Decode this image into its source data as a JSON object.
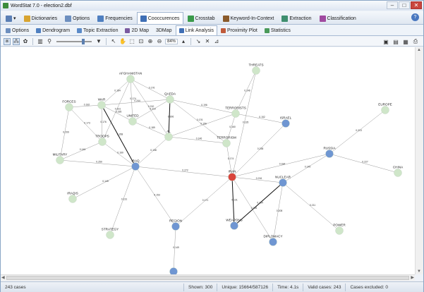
{
  "window": {
    "title": "WordStat 7.0 - election2.dbf"
  },
  "main_tabs": [
    {
      "label": "Dictionaries",
      "color": "#d8a431"
    },
    {
      "label": "Options",
      "color": "#6d8fbf"
    },
    {
      "label": "Frequencies",
      "color": "#4f7fc0"
    },
    {
      "label": "Cooccurences",
      "color": "#3f6fb5"
    },
    {
      "label": "Crosstab",
      "color": "#3a9a4a"
    },
    {
      "label": "Keyword-In-Context",
      "color": "#8a5a2a"
    },
    {
      "label": "Extraction",
      "color": "#3f8f6f"
    },
    {
      "label": "Classification",
      "color": "#a04aa0"
    }
  ],
  "sub_tabs": [
    {
      "label": "Options"
    },
    {
      "label": "Dendrogram"
    },
    {
      "label": "Topic Extraction"
    },
    {
      "label": "2D Map"
    },
    {
      "label": "3DMap"
    },
    {
      "label": "Link Analysis"
    },
    {
      "label": "Proximity Plot"
    },
    {
      "label": "Statistics"
    }
  ],
  "toolbar": {
    "zoom": "84%"
  },
  "graph": {
    "nodes": [
      {
        "id": "AFGHANISTAN",
        "color": "green"
      },
      {
        "id": "THREATS",
        "color": "green"
      },
      {
        "id": "FORCES",
        "color": "green"
      },
      {
        "id": "WAR",
        "color": "green"
      },
      {
        "id": "QAEDA",
        "color": "green"
      },
      {
        "id": "TERRORISTS",
        "color": "green"
      },
      {
        "id": "EUROPE",
        "color": "green"
      },
      {
        "id": "UNITED",
        "color": "green"
      },
      {
        "id": "ISRAEL",
        "color": "blue"
      },
      {
        "id": "AL",
        "color": "green"
      },
      {
        "id": "TROOPS",
        "color": "green"
      },
      {
        "id": "TERRORISM",
        "color": "green"
      },
      {
        "id": "MILITARY",
        "color": "green"
      },
      {
        "id": "IRAQ",
        "color": "blue"
      },
      {
        "id": "RUSSIA",
        "color": "blue"
      },
      {
        "id": "CHINA",
        "color": "green"
      },
      {
        "id": "IRAN",
        "color": "red"
      },
      {
        "id": "NUCLEAR",
        "color": "blue"
      },
      {
        "id": "IRAQIS",
        "color": "green"
      },
      {
        "id": "WEAPONS",
        "color": "blue"
      },
      {
        "id": "REGION",
        "color": "blue"
      },
      {
        "id": "POWER",
        "color": "green"
      },
      {
        "id": "STRATEGY",
        "color": "green"
      },
      {
        "id": "DIPLOMACY",
        "color": "blue"
      },
      {
        "id": "",
        "color": "blue"
      }
    ],
    "edges": [
      {
        "label": "0.184"
      },
      {
        "label": "0.176"
      },
      {
        "label": "0.174"
      },
      {
        "label": "0.210"
      },
      {
        "label": "0.161"
      },
      {
        "label": "0.244"
      },
      {
        "label": "0.185"
      },
      {
        "label": "0.176"
      },
      {
        "label": "0.306"
      },
      {
        "label": "0.196"
      },
      {
        "label": "0.210"
      },
      {
        "label": "0.176"
      },
      {
        "label": "0.182"
      },
      {
        "label": "0.173"
      },
      {
        "label": "0.209"
      },
      {
        "label": "0.268"
      },
      {
        "label": "0.160"
      },
      {
        "label": "0.189"
      },
      {
        "label": "0.159"
      },
      {
        "label": "0.146"
      },
      {
        "label": "0.160"
      },
      {
        "label": "0.146"
      },
      {
        "label": "0.135"
      },
      {
        "label": "0.152"
      },
      {
        "label": "0.174"
      },
      {
        "label": "0.250"
      },
      {
        "label": "0.272"
      },
      {
        "label": "0.138"
      },
      {
        "label": "0.145"
      },
      {
        "label": "0.131"
      },
      {
        "label": "0.153"
      },
      {
        "label": "0.216"
      },
      {
        "label": "0.131"
      },
      {
        "label": "0.171"
      },
      {
        "label": "0.238"
      },
      {
        "label": "0.146"
      },
      {
        "label": "0.134"
      },
      {
        "label": "0.145"
      },
      {
        "label": "0.208"
      },
      {
        "label": "0.211"
      },
      {
        "label": "0.213"
      },
      {
        "label": "0.227"
      },
      {
        "label": "0.184"
      },
      {
        "label": "0.149"
      },
      {
        "label": "0.146"
      }
    ]
  },
  "status": {
    "cases": "243 cases",
    "shown": "Shown: 300",
    "unique": "Unique: 15664/587126",
    "time": "Time: 4.1s",
    "valid": "Valid cases: 243",
    "excluded": "Cases excluded: 0"
  },
  "colors": {
    "green_node": "#cfe6c9",
    "blue_node": "#6f96d2",
    "red_node": "#d9453c",
    "edge": "#9a9a9a",
    "strong_edge": "#111111"
  }
}
